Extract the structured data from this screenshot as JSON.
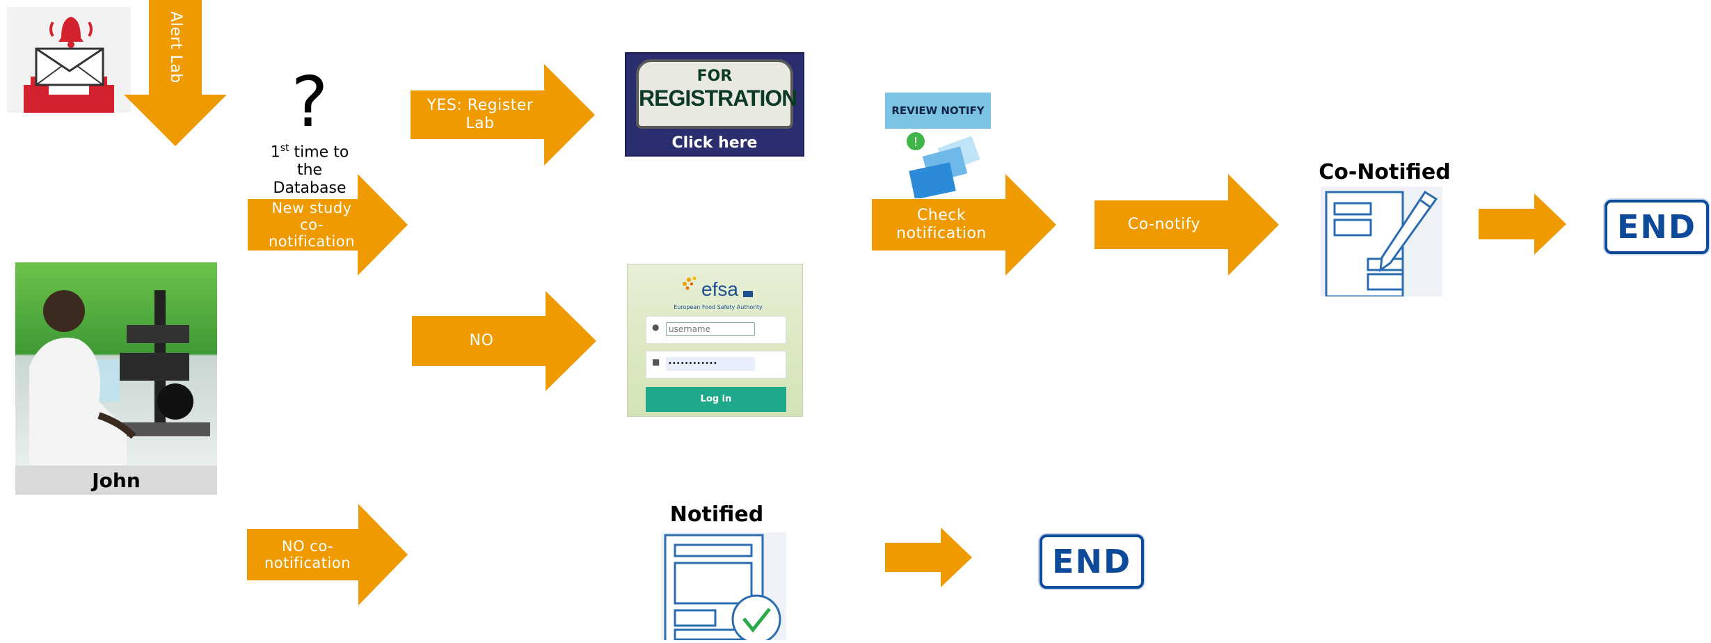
{
  "alert": {
    "label": "Alert Lab"
  },
  "question": {
    "line1_pre": "1",
    "line1_sup": "st",
    "line1_post": " time to",
    "line2": "the",
    "line3": "Database"
  },
  "arrows": {
    "new_study": "New study co-notification",
    "yes_register": "YES: Register Lab",
    "no": "NO",
    "no_conotification": "NO co-notification",
    "check_notification": "Check notification",
    "co_notify": "Co-notify"
  },
  "registration": {
    "plate_top": "FOR",
    "plate_main": "REGISTRATION",
    "button": "Click here"
  },
  "login": {
    "brand": "efsa",
    "brand_sub": "European Food Safety Authority",
    "username_placeholder": "username",
    "password_value": "••••••••••••",
    "login_button": "Log in"
  },
  "review": {
    "header": "REVIEW NOTIFY"
  },
  "person": {
    "name": "John"
  },
  "co_notified": {
    "title": "Co-Notified"
  },
  "notified": {
    "title": "Notified"
  },
  "end_labels": {
    "top": "END",
    "bottom": "END"
  },
  "colors": {
    "arrow": "#ee9a00",
    "plate_blue": "#0d4a9a",
    "login_green": "#1fa98a"
  }
}
